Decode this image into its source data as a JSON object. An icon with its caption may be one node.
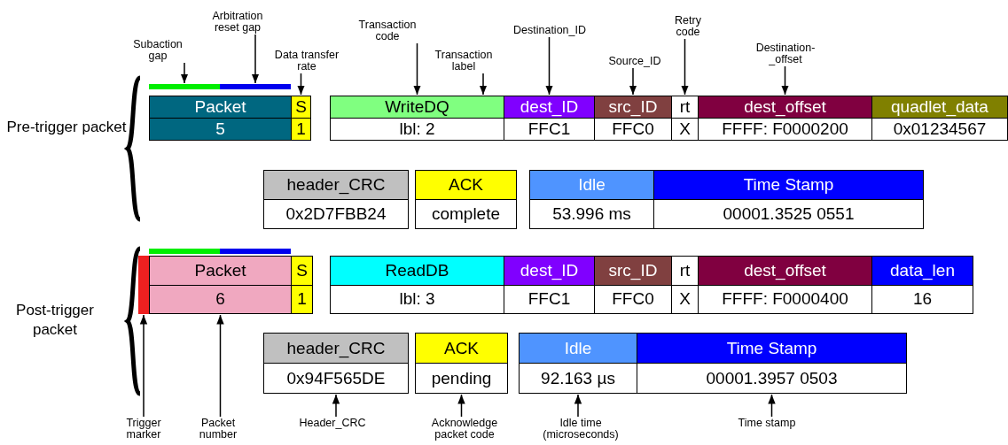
{
  "diagram": {
    "nodes": [
      {
        "text": [
          "Subaction gap"
        ]
      },
      {
        "text": [
          "Arbitration reset gap"
        ]
      },
      {
        "text": [
          "Data transfer rate"
        ]
      },
      {
        "text": [
          "Transaction code"
        ]
      },
      {
        "text": [
          "Transaction label"
        ]
      },
      {
        "text": [
          "Destination_ID"
        ]
      },
      {
        "text": [
          "Source_ID"
        ]
      },
      {
        "text": [
          "Retry code"
        ]
      },
      {
        "text": [
          "Destination- _offset"
        ]
      },
      {
        "text": [],
        "shape": "bar"
      },
      {
        "text": [],
        "shape": "bar"
      },
      {
        "text": [
          "Packet",
          "5"
        ]
      },
      {
        "text": [
          "S",
          "1"
        ]
      },
      {
        "text": [
          "WriteDQ",
          "lbl: 2"
        ]
      },
      {
        "text": [
          "dest_ID",
          "FFC1"
        ]
      },
      {
        "text": [
          "src_ID",
          "FFC0"
        ]
      },
      {
        "text": [
          "rt",
          "X"
        ]
      },
      {
        "text": [
          "dest_offset",
          "FFFF: F0000200"
        ]
      },
      {
        "text": [
          "quadlet_data",
          "0x01234567"
        ]
      },
      {
        "text": [
          "header_CRC",
          "0x2D7FBB24"
        ]
      },
      {
        "text": [
          "ACK",
          "complete"
        ]
      },
      {
        "text": [
          "Idle",
          "53.996 ms"
        ]
      },
      {
        "text": [
          "Time Stamp",
          "00001.3525 0551"
        ]
      },
      {
        "text": [],
        "shape": "bar"
      },
      {
        "text": [],
        "shape": "bar"
      },
      {
        "text": [],
        "shape": "bar"
      },
      {
        "text": [
          "Packet",
          "6"
        ]
      },
      {
        "text": [
          "S",
          "1"
        ]
      },
      {
        "text": [
          "ReadDB",
          "lbl: 3"
        ]
      },
      {
        "text": [
          "dest_ID",
          "FFC1"
        ]
      },
      {
        "text": [
          "src_ID",
          "FFC0"
        ]
      },
      {
        "text": [
          "rt",
          "X"
        ]
      },
      {
        "text": [
          "dest_offset",
          "FFFF: F0000400"
        ]
      },
      {
        "text": [
          "data_len",
          "16"
        ]
      },
      {
        "text": [
          "header_CRC",
          "0x94F565DE"
        ]
      },
      {
        "text": [
          "ACK",
          "pending"
        ]
      },
      {
        "text": [
          "Idle",
          "92.163 µs"
        ]
      },
      {
        "text": [
          "Time Stamp",
          "00001.3957 0503"
        ]
      },
      {
        "text": [
          "Trigger marker"
        ]
      },
      {
        "text": [
          "Packet number"
        ]
      },
      {
        "text": [
          "Header_CRC"
        ]
      },
      {
        "text": [
          "Acknowledge packet code"
        ]
      },
      {
        "text": [
          "Idle time (microseconds)"
        ]
      },
      {
        "text": [
          "Time stamp"
        ]
      }
    ],
    "edges": [
      {
        "from": 0,
        "to": 9,
        "arrow": "to"
      },
      {
        "from": 1,
        "to": 10,
        "arrow": "to"
      },
      {
        "from": 2,
        "to": 12,
        "arrow": "to"
      },
      {
        "from": 3,
        "to": 13,
        "arrow": "to"
      },
      {
        "from": 4,
        "to": 13,
        "arrow": "to"
      },
      {
        "from": 5,
        "to": 14,
        "arrow": "to"
      },
      {
        "from": 6,
        "to": 15,
        "arrow": "to"
      },
      {
        "from": 7,
        "to": 16,
        "arrow": "to"
      },
      {
        "from": 8,
        "to": 17,
        "arrow": "to"
      },
      {
        "from": 38,
        "to": 25,
        "arrow": "to"
      },
      {
        "from": 39,
        "to": 26,
        "arrow": "to"
      },
      {
        "from": 40,
        "to": 34,
        "arrow": "to"
      },
      {
        "from": 41,
        "to": 35,
        "arrow": "to"
      },
      {
        "from": 42,
        "to": 36,
        "arrow": "to"
      },
      {
        "from": 43,
        "to": 37,
        "arrow": "to"
      }
    ],
    "labels": [
      "Pre-trigger packet",
      "Post-trigger packet"
    ]
  }
}
